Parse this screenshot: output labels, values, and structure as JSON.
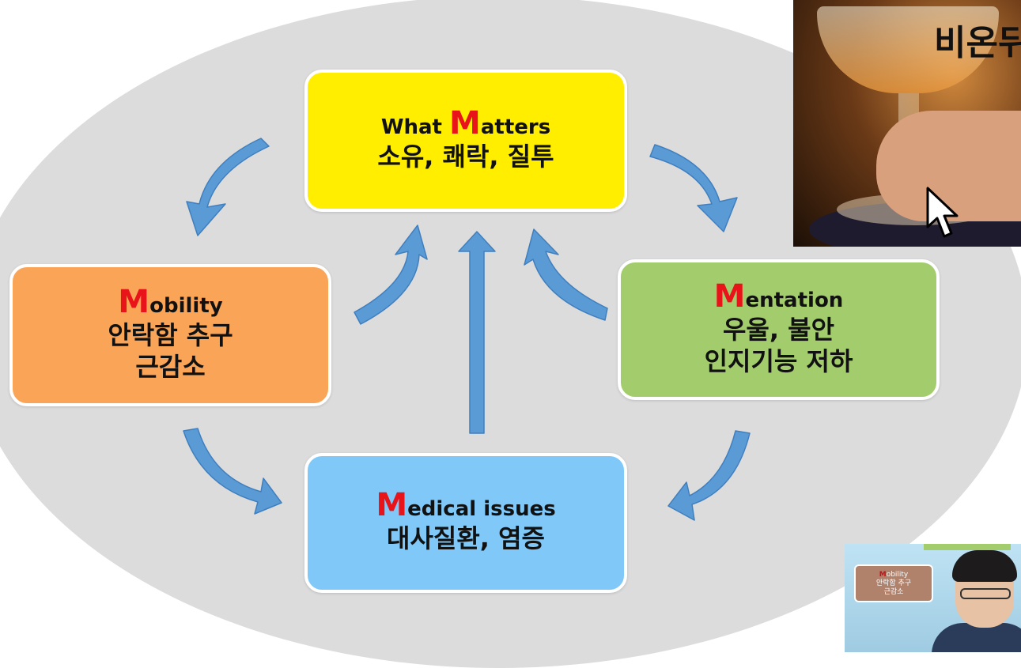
{
  "diagram": {
    "top": {
      "initial": "M",
      "prefix": "What ",
      "rest": "atters",
      "line1": "소유, 쾌락, 질투"
    },
    "left": {
      "initial": "M",
      "rest": "obility",
      "line1": "안락함 추구",
      "line2": "근감소"
    },
    "right": {
      "initial": "M",
      "rest": "entation",
      "line1": "우울, 불안",
      "line2": "인지기능 저하"
    },
    "bottom": {
      "initial": "M",
      "rest": "edical issues",
      "line1": "대사질환, 염증"
    }
  },
  "photo": {
    "caption": "비온뒤"
  },
  "webcam": {
    "mini_initial": "M",
    "mini_rest": "obility",
    "mini_line1": "안락함 추구",
    "mini_line2": "근감소"
  },
  "colors": {
    "top_box": "#ffee00",
    "left_box": "#f9a456",
    "right_box": "#a3cc6c",
    "bottom_box": "#7fc8f8",
    "arrow": "#5b9bd5",
    "initial_red": "#e8141a",
    "background_ellipse": "#dcdcdc"
  }
}
